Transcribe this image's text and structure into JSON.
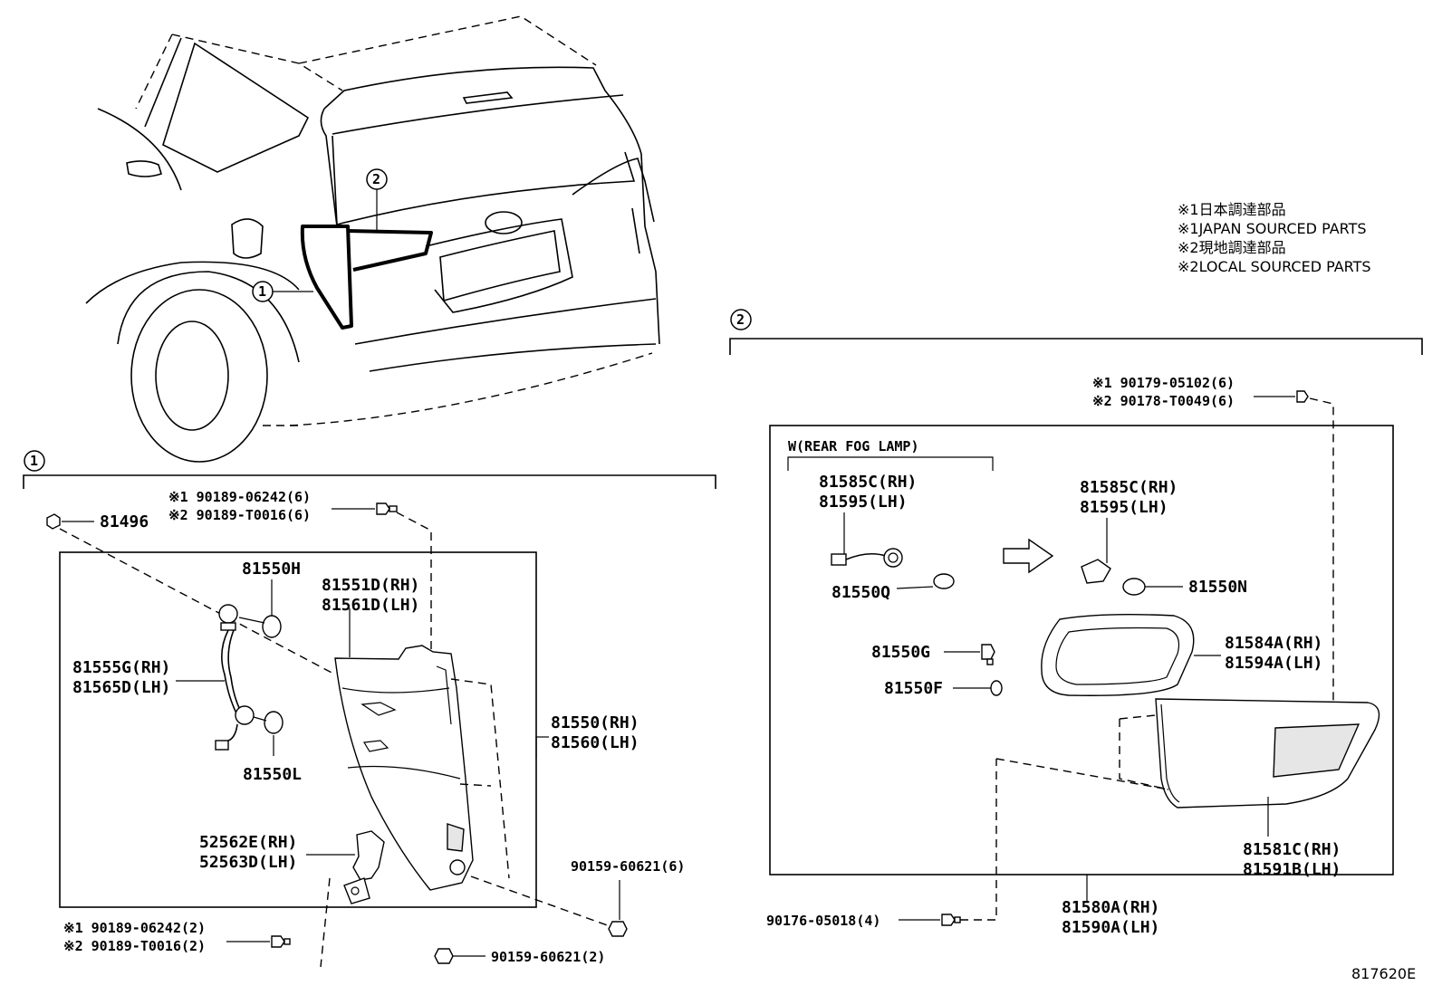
{
  "notes": {
    "n1_jp": "※1日本調達部品",
    "n1_en": "※1JAPAN SOURCED PARTS",
    "n2_jp": "※2現地調達部品",
    "n2_en": "※2LOCAL SOURCED PARTS"
  },
  "callouts": {
    "one": "1",
    "two": "2"
  },
  "section1": {
    "p81496": "81496",
    "bolt_top_1": "※1 90189-06242(6)",
    "bolt_top_2": "※2 90189-T0016(6)",
    "p81550H": "81550H",
    "p81551D": "81551D(RH)",
    "p81561D": "81561D(LH)",
    "p81555G": "81555G(RH)",
    "p81565D": "81565D(LH)",
    "p81550RH": "81550(RH)",
    "p81560LH": "81560(LH)",
    "p81550L": "81550L",
    "p52562E": "52562E(RH)",
    "p52563D": "52563D(LH)",
    "nut6": "90159-60621(6)",
    "bolt_bot_1": "※1 90189-06242(2)",
    "bolt_bot_2": "※2 90189-T0016(2)",
    "nut2": "90159-60621(2)"
  },
  "section2": {
    "screw_1": "※1 90179-05102(6)",
    "screw_2": "※2 90178-T0049(6)",
    "fog_title": "W(REAR FOG LAMP)",
    "fog_rh": "81585C(RH)",
    "fog_lh": "81595(LH)",
    "fog_bulb": "81550Q",
    "sock_rh": "81585C(RH)",
    "sock_lh": "81595(LH)",
    "bulb_n": "81550N",
    "p81550G": "81550G",
    "p81550F": "81550F",
    "gasket_rh": "81584A(RH)",
    "gasket_lh": "81594A(LH)",
    "lens_rh": "81581C(RH)",
    "lens_lh": "81591B(LH)",
    "assy_rh": "81580A(RH)",
    "assy_lh": "81590A(LH)",
    "screw_b": "90176-05018(4)"
  },
  "figure_code": "817620E"
}
